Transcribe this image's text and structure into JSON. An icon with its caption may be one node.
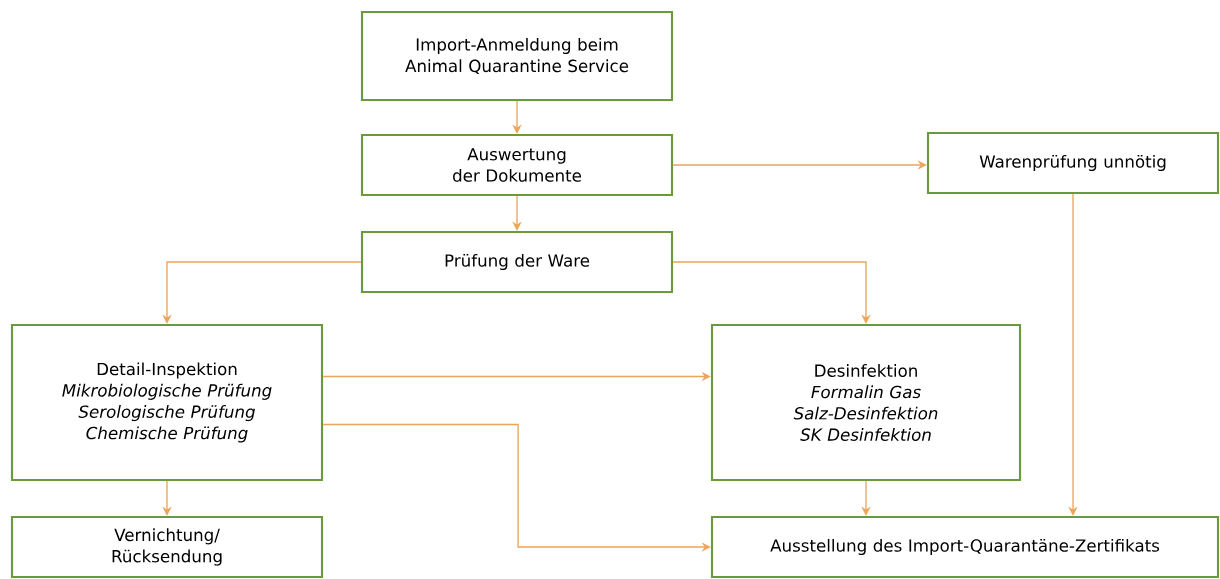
{
  "diagram": {
    "nodes": [
      {
        "text": [
          "Import-Anmeldung beim Animal Quarantine Service"
        ]
      },
      {
        "text": [
          "Auswertung der Dokumente"
        ]
      },
      {
        "text": [
          "Warenprüfung unnötig"
        ]
      },
      {
        "text": [
          "Prüfung der Ware"
        ]
      },
      {
        "text": [
          "Detail-Inspektion",
          "Mikrobiologische Prüfung",
          "Serologische Prüfung",
          "Chemische Prüfung"
        ]
      },
      {
        "text": [
          "Desinfektion",
          "Formalin Gas",
          "Salz-Desinfektion",
          "SK Desinfektion"
        ]
      },
      {
        "text": [
          "Vernichtung/ Rücksendung"
        ]
      },
      {
        "text": [
          "Ausstellung des Import-Quarantäne-Zertifikats"
        ]
      }
    ],
    "edges": [
      {
        "from": 0,
        "to": 1,
        "arrow": "to"
      },
      {
        "from": 1,
        "to": 3,
        "arrow": "to"
      },
      {
        "from": 1,
        "to": 2,
        "arrow": "to"
      },
      {
        "from": 3,
        "to": 4,
        "arrow": "to"
      },
      {
        "from": 3,
        "to": 5,
        "arrow": "to"
      },
      {
        "from": 4,
        "to": 5,
        "arrow": "to"
      },
      {
        "from": 4,
        "to": 7,
        "arrow": "to"
      },
      {
        "from": 4,
        "to": 6,
        "arrow": "to"
      },
      {
        "from": 5,
        "to": 7,
        "arrow": "to"
      },
      {
        "from": 2,
        "to": 7,
        "arrow": "to"
      }
    ]
  }
}
